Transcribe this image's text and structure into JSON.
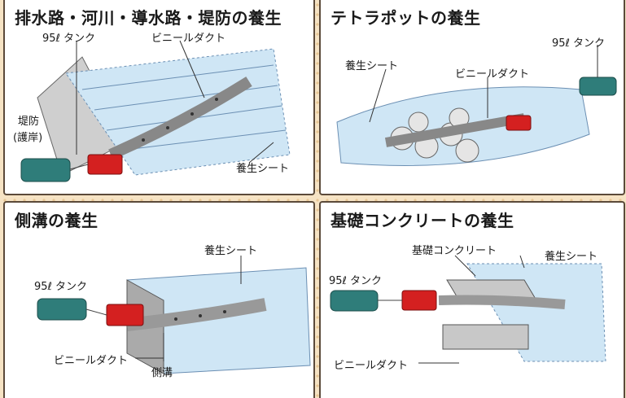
{
  "panels": [
    {
      "title": "排水路・河川・導水路・堤防の養生",
      "labels": {
        "tank": "95ℓ タンク",
        "duct": "ビニールダクト",
        "bank_1": "堤防",
        "bank_2": "(護岸)",
        "sheet": "養生シート"
      }
    },
    {
      "title": "テトラポットの養生",
      "labels": {
        "tank": "95ℓ タンク",
        "sheet": "養生シート",
        "duct": "ビニールダクト"
      }
    },
    {
      "title": "側溝の養生",
      "labels": {
        "sheet": "養生シート",
        "tank": "95ℓ タンク",
        "duct": "ビニールダクト",
        "gutter": "側溝"
      }
    },
    {
      "title": "基礎コンクリートの養生",
      "labels": {
        "concrete": "基礎コンクリート",
        "sheet": "養生シート",
        "tank": "95ℓ タンク",
        "duct": "ビニールダクト"
      }
    }
  ],
  "colors": {
    "background": "#f6e3c4",
    "tank": "#2f7d7a",
    "heater": "#d42020",
    "sheet": "#cfe6f5",
    "concrete": "#c8c8c8"
  },
  "icons": [
    "water-tank-icon",
    "jet-heater-icon",
    "vinyl-duct-icon"
  ]
}
